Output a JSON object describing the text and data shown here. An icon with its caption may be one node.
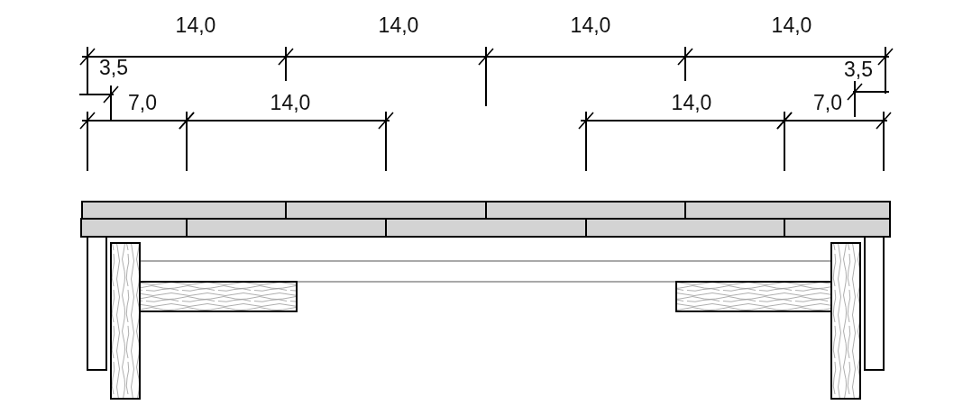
{
  "diagram": {
    "labels": [
      "14,0",
      "14,0",
      "14,0",
      "14,0",
      "3,5",
      "3,5",
      "7,0",
      "14,0",
      "14,0",
      "7,0"
    ]
  }
}
